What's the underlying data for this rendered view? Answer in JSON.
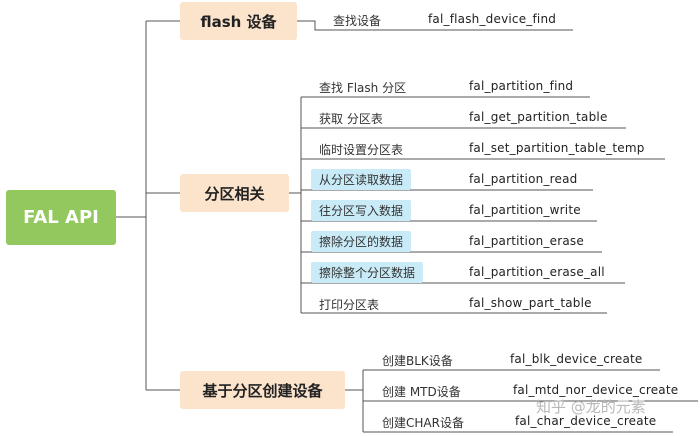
{
  "root": {
    "label": "FAL API"
  },
  "branches": [
    {
      "label": "flash 设备"
    },
    {
      "label": "分区相关"
    },
    {
      "label": "基于分区创建设备"
    }
  ],
  "flash_items": [
    {
      "label": "查找设备",
      "api": "fal_flash_device_find"
    }
  ],
  "partition_items": [
    {
      "label": "查找 Flash 分区",
      "api": "fal_partition_find"
    },
    {
      "label": "获取 分区表",
      "api": "fal_get_partition_table"
    },
    {
      "label": "临时设置分区表",
      "api": "fal_set_partition_table_temp"
    },
    {
      "label": "从分区读取数据",
      "api": "fal_partition_read"
    },
    {
      "label": "往分区写入数据",
      "api": "fal_partition_write"
    },
    {
      "label": "擦除分区的数据",
      "api": "fal_partition_erase"
    },
    {
      "label": "擦除整个分区数据",
      "api": "fal_partition_erase_all"
    },
    {
      "label": "打印分区表",
      "api": "fal_show_part_table"
    }
  ],
  "device_items": [
    {
      "label": "创建BLK设备",
      "api": "fal_blk_device_create"
    },
    {
      "label": "创建 MTD设备",
      "api": "fal_mtd_nor_device_create"
    },
    {
      "label": "创建CHAR设备",
      "api": "fal_char_device_create"
    }
  ],
  "watermark": "知乎 @龙的元素",
  "colors": {
    "root": "#93c85f",
    "branch": "#fbe3cc",
    "highlight": "#c9ebf7",
    "line": "#555555"
  }
}
